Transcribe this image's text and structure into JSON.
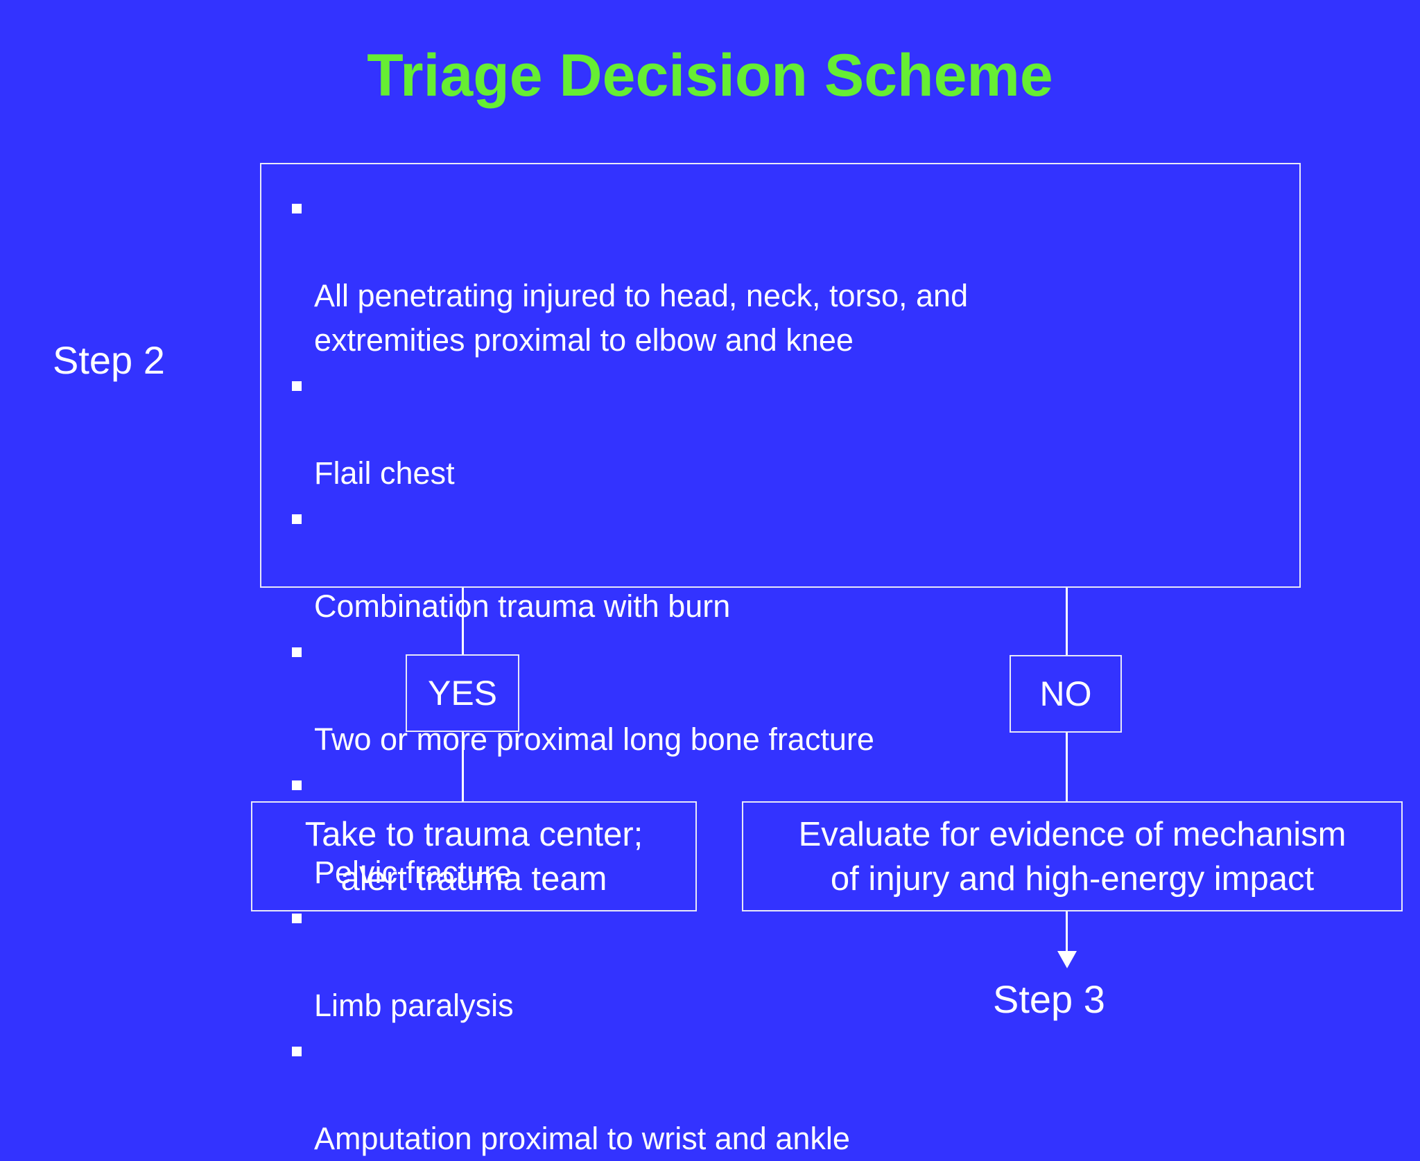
{
  "slide": {
    "title": "Triage Decision Scheme",
    "background_color": "#3333ff",
    "title_color": "#66ee33",
    "text_color": "#ffffff",
    "border_color": "#e8e8f8"
  },
  "step_labels": {
    "current": "Step 2",
    "next": "Step 3"
  },
  "criteria": {
    "items": [
      "All penetrating injured to head, neck, torso, and\nextremities proximal to elbow and knee",
      "Flail chest",
      "Combination trauma with burn",
      "Two or more proximal long bone fracture",
      "Pelvic fracture",
      "Limb paralysis",
      "Amputation proximal to wrist and ankle"
    ]
  },
  "decisions": {
    "yes": "YES",
    "no": "NO"
  },
  "outcomes": {
    "yes_branch": "Take to trauma center;\nalert trauma team",
    "no_branch": "Evaluate for evidence of mechanism\nof injury and high-energy impact"
  }
}
